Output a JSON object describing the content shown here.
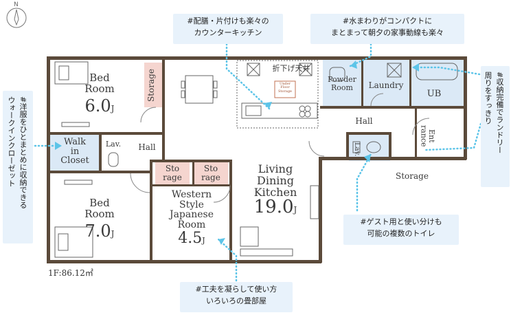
{
  "compass": {
    "north_label": "N"
  },
  "floor": {
    "area_label": "1F:86.12㎡"
  },
  "rooms": {
    "bed1": {
      "name": "Bed\nRoom",
      "size": "6.0",
      "unit": "J"
    },
    "bed2": {
      "name": "Bed\nRoom",
      "size": "7.0",
      "unit": "J"
    },
    "walk_in_closet": {
      "name": "Walk\nin\nCloset"
    },
    "lav1": {
      "name": "Lav."
    },
    "hall1": {
      "name": "Hall"
    },
    "storage_v": {
      "name": "Storage"
    },
    "storage1": {
      "name": "Sto\nrage"
    },
    "storage2": {
      "name": "Sto\nrage"
    },
    "western": {
      "name": "Western\nStyle\nJapanese\nRoom",
      "size": "4.5",
      "unit": "J"
    },
    "ldk": {
      "name": "Living\nDining\nKitchen",
      "size": "19.0",
      "unit": "J"
    },
    "ceiling": {
      "name": "折下げ天井"
    },
    "underfloor": {
      "name": "Under\nFloor\nStorage"
    },
    "powder": {
      "name": "Powder\nRoom"
    },
    "laundry": {
      "name": "Laundry"
    },
    "ub": {
      "name": "UB"
    },
    "hall2": {
      "name": "Hall"
    },
    "entrance": {
      "name": "Ent\nrance"
    },
    "lav2": {
      "name": "Lav."
    },
    "storage_bottom": {
      "name": "Storage"
    }
  },
  "callouts": {
    "kitchen": "#配膳・片付けも楽々の\nカウンターキッチン",
    "water": "#水まわりがコンパクトに\nまとまって朝夕の家事動線も楽々",
    "laundry": "#収納完備でランドリー\n周りをすっきり",
    "closet": "#洋服をひとまとめに収納できる\nウォークインクローゼット",
    "toilet": "#ゲスト用と使い分けも\n可能の複数のトイレ",
    "tatami": "#工夫を凝らして使い方\nいろいろの畳部屋"
  },
  "colors": {
    "wall": "#5b4a3a",
    "storage_fill": "#f5d5cf",
    "water_fill": "#dbe9f6",
    "callout_bg": "#e8f2fb",
    "dotted_line": "#5cc4e8"
  }
}
